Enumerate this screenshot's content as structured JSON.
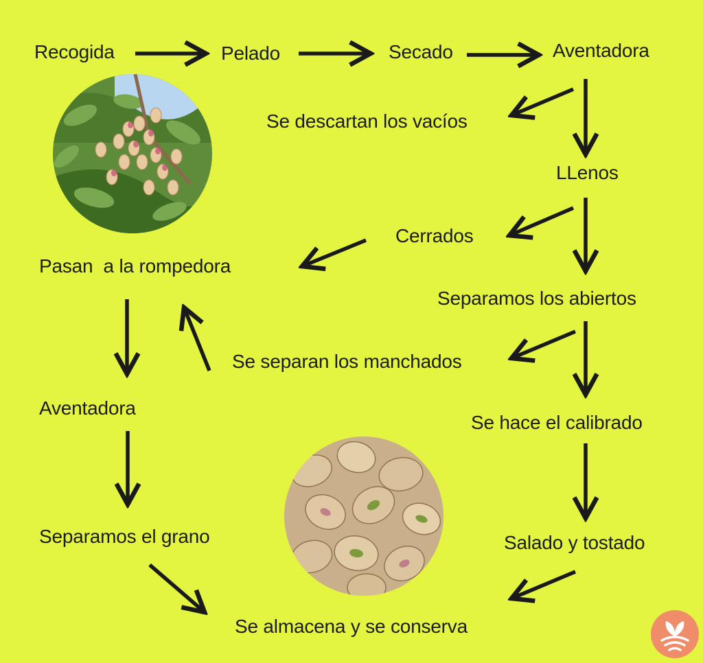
{
  "steps": {
    "recogida": "Recogida",
    "pelado": "Pelado",
    "secado": "Secado",
    "aventadora_1": "Aventadora",
    "descartan_vacios": "Se descartan los vacíos",
    "llenos": "LLenos",
    "cerrados": "Cerrados",
    "rompedora": "Pasan  a la rompedora",
    "abiertos": "Separamos los abiertos",
    "manchados": "Se separan los manchados",
    "aventadora_2": "Aventadora",
    "calibrado": "Se hace el calibrado",
    "grano": "Separamos el grano",
    "salado_tostado": "Salado y tostado",
    "almacena": "Se almacena y se conserva"
  },
  "images": {
    "tree": "pistachio-tree-photo",
    "nuts": "roasted-pistachios-photo"
  },
  "colors": {
    "background": "#e3f540",
    "arrow": "#1a1a1a",
    "logo": "#ef8c6a"
  }
}
